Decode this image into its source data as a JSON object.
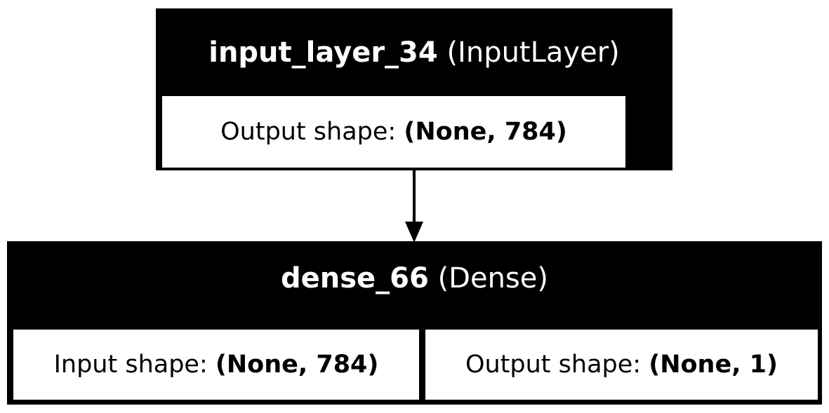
{
  "nodes": [
    {
      "name": "input_layer_34",
      "type": "(InputLayer)",
      "output_label": "Output shape: ",
      "output_value": "(None, 784)"
    },
    {
      "name": "dense_66",
      "type": "(Dense)",
      "input_label": "Input shape: ",
      "input_value": "(None, 784)",
      "output_label": "Output shape: ",
      "output_value": "(None, 1)"
    }
  ],
  "colors": {
    "box": "#000000",
    "cell": "#ffffff",
    "edge": "#000000"
  }
}
